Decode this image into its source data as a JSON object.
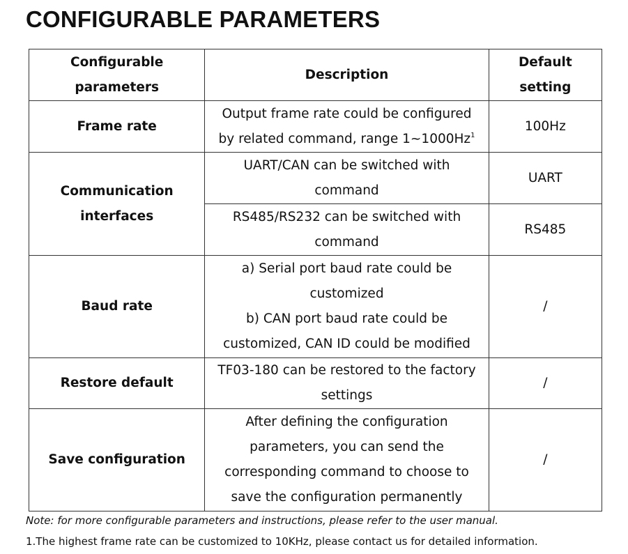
{
  "title": "CONFIGURABLE PARAMETERS",
  "table": {
    "headers": {
      "parameter_line1": "Configurable",
      "parameter_line2": "parameters",
      "description": "Description",
      "default": "Default setting"
    },
    "rows": [
      {
        "name": "Frame rate",
        "description_line1": "Output frame rate could be configured",
        "description_line2": "by related command, range 1~1000Hz",
        "footnote_mark": "1",
        "default": "100Hz"
      },
      {
        "name_line1": "Communication",
        "name_line2": "interfaces",
        "sub": [
          {
            "description_line1": "UART/CAN can be switched with",
            "description_line2": "command",
            "default": "UART"
          },
          {
            "description_line1": "RS485/RS232 can be switched with",
            "description_line2": "command",
            "default": "RS485"
          }
        ]
      },
      {
        "name": "Baud rate",
        "description_lines": [
          "a) Serial port baud rate could be",
          "customized",
          "b) CAN port baud rate could be",
          "customized, CAN ID could be modified"
        ],
        "default": "/"
      },
      {
        "name": "Restore default",
        "description_line1": "TF03-180 can be restored to the factory",
        "description_line2": "settings",
        "default": "/"
      },
      {
        "name": "Save configuration",
        "description_lines": [
          "After defining the configuration",
          "parameters, you can send the",
          "corresponding command to choose to",
          "save the configuration permanently"
        ],
        "default": "/"
      }
    ]
  },
  "note": "Note: for more configurable parameters and instructions, please refer to the user manual.",
  "footnote": "1.The highest frame rate can be customized to 10KHz, please contact us for detailed information."
}
